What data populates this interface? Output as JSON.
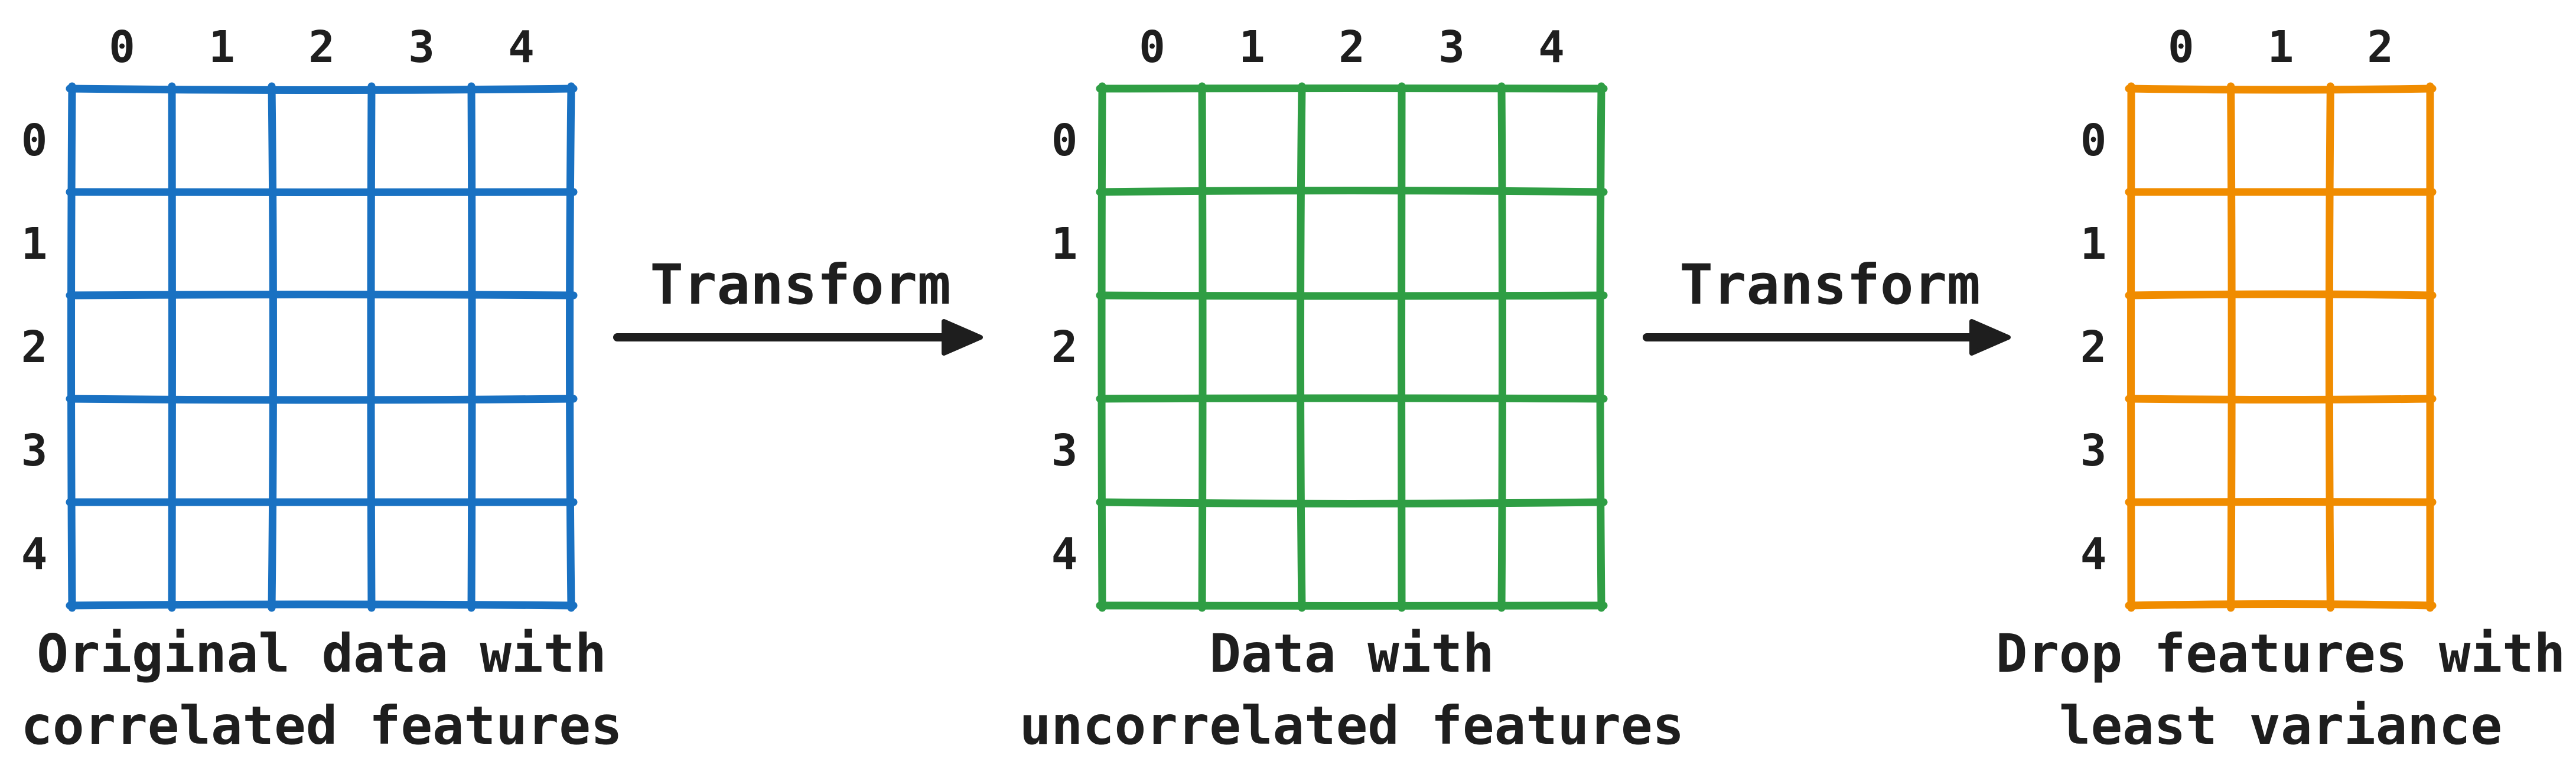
{
  "diagram": {
    "colors": {
      "background": "#ffffff",
      "text": "#1e1e1e"
    },
    "panels": [
      {
        "name": "original",
        "color": "#1971c2",
        "rows": 5,
        "cols": 5,
        "col_labels": [
          "0",
          "1",
          "2",
          "3",
          "4"
        ],
        "row_labels": [
          "0",
          "1",
          "2",
          "3",
          "4"
        ],
        "caption_lines": [
          "Original data with",
          "correlated features"
        ]
      },
      {
        "name": "uncorrelated",
        "color": "#2f9e44",
        "rows": 5,
        "cols": 5,
        "col_labels": [
          "0",
          "1",
          "2",
          "3",
          "4"
        ],
        "row_labels": [
          "0",
          "1",
          "2",
          "3",
          "4"
        ],
        "caption_lines": [
          "Data with",
          "uncorrelated features"
        ]
      },
      {
        "name": "reduced",
        "color": "#f08c00",
        "rows": 5,
        "cols": 3,
        "col_labels": [
          "0",
          "1",
          "2"
        ],
        "row_labels": [
          "0",
          "1",
          "2",
          "3",
          "4"
        ],
        "caption_lines": [
          "Drop features with",
          "least variance"
        ]
      }
    ],
    "arrows": [
      {
        "label": "Transform"
      },
      {
        "label": "Transform"
      }
    ]
  }
}
